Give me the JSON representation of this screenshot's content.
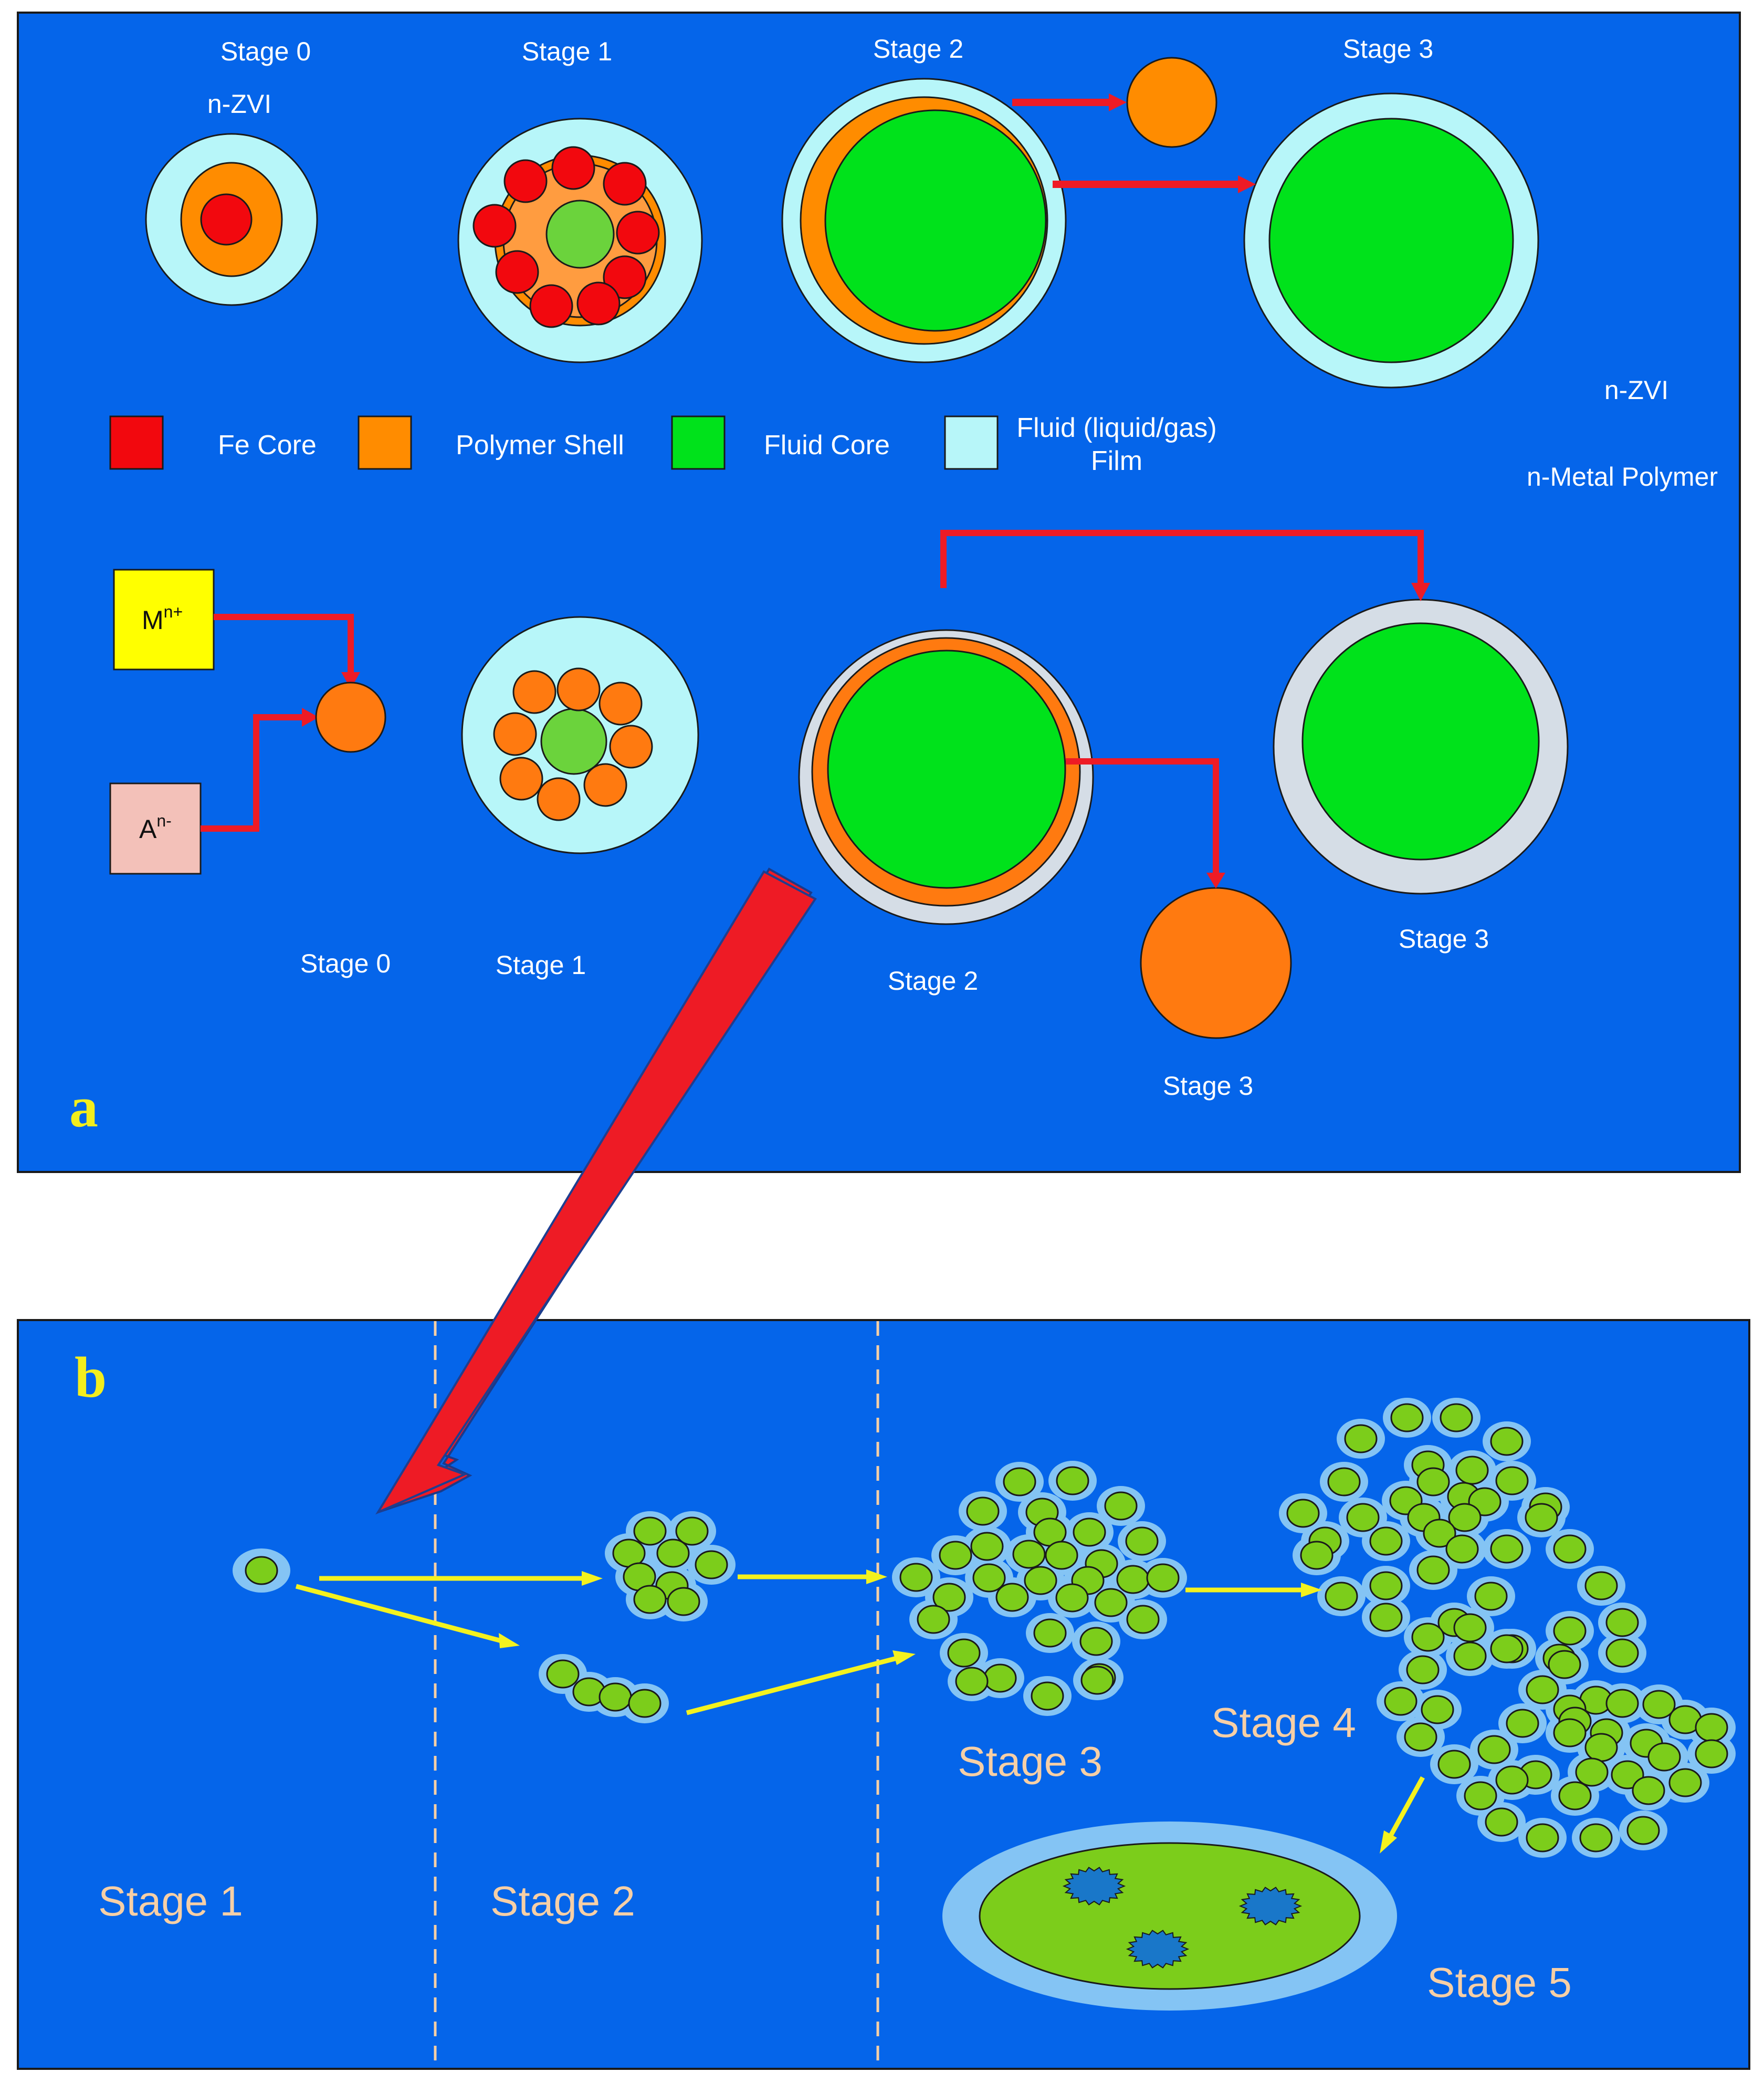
{
  "panel_a": {
    "letter": "a",
    "top_row": {
      "stage0": "Stage 0",
      "stage0_sub": "n-ZVI",
      "stage1": "Stage 1",
      "stage2": "Stage 2",
      "stage3": "Stage 3"
    },
    "side_labels": {
      "nzvi": "n-ZVI",
      "nmetal": "n-Metal Polymer"
    },
    "legend": [
      {
        "label": "Fe Core",
        "color": "#f2080e"
      },
      {
        "label": "Polymer Shell",
        "color": "#ff8c00"
      },
      {
        "label": "Fluid Core",
        "color": "#00e21b"
      },
      {
        "label_line1": "Fluid (liquid/gas)",
        "label_line2": "Film",
        "color": "#b7f6f9"
      }
    ],
    "bottom_row": {
      "ion_m_base": "M",
      "ion_m_sup": "n+",
      "ion_a_base": "A",
      "ion_a_sup": "n-",
      "stage0": "Stage 0",
      "stage1": "Stage 1",
      "stage2": "Stage 2",
      "stage3_right": "Stage 3",
      "stage3_bottom": "Stage 3"
    }
  },
  "panel_b": {
    "letter": "b",
    "stage1": "Stage 1",
    "stage2": "Stage 2",
    "stage3": "Stage 3",
    "stage4": "Stage 4",
    "stage5": "Stage 5"
  },
  "colors": {
    "background_blue": "#0565ea",
    "fe_core_red": "#f2080e",
    "polymer_orange": "#ff8c00",
    "fluid_core_green": "#00e21b",
    "film_cyan": "#b7f6f9",
    "arrow_red": "#ee1b25",
    "arrow_yellow": "#f4f21e",
    "gray_film": "#d5dde6",
    "particle_green": "#7ccd1b",
    "halo_blue": "#84c4f4"
  }
}
